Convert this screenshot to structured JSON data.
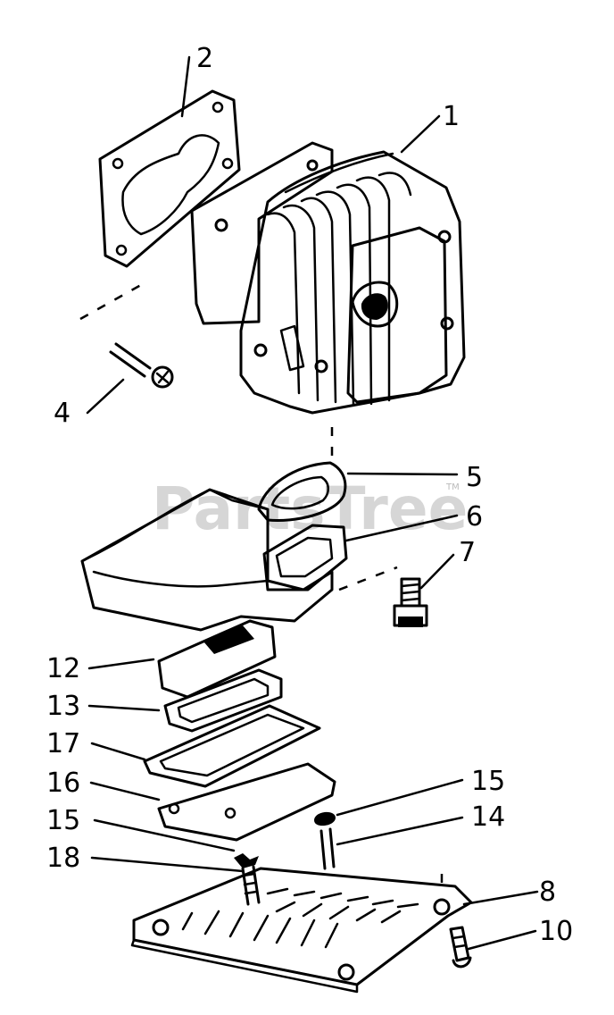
{
  "watermark": "PartsTree",
  "watermark_tm": "TM",
  "callouts": {
    "c1": "1",
    "c2": "2",
    "c4": "4",
    "c5": "5",
    "c6": "6",
    "c7": "7",
    "c8": "8",
    "c10": "10",
    "c12": "12",
    "c13": "13",
    "c14": "14",
    "c15a": "15",
    "c15b": "15",
    "c16": "16",
    "c17": "17",
    "c18": "18"
  }
}
